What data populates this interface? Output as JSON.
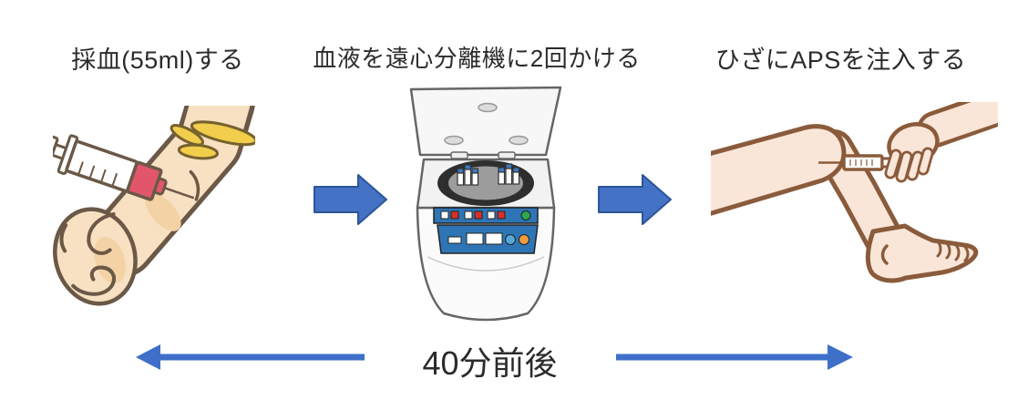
{
  "steps": [
    {
      "label": "採血(55ml)する",
      "illustration": "arm-blood-draw"
    },
    {
      "label": "血液を遠心分離機に2回かける",
      "illustration": "centrifuge"
    },
    {
      "label": "ひざにAPSを注入する",
      "illustration": "knee-aps-injection"
    }
  ],
  "flow": {
    "arrow_between_steps": "right-block-arrow",
    "count": 2
  },
  "timeline": {
    "duration_label": "40分前後",
    "left_arrow": "points-left",
    "right_arrow": "points-right"
  },
  "colors": {
    "flow_arrow_fill": "#4472C4",
    "flow_arrow_border": "#2B5597",
    "timeline_arrow": "#3E6FC9",
    "label_text": "#2B2B2B",
    "arm_skin": "#F8E1C2",
    "arm_outline": "#6B5847",
    "leg_skin": "#FAE6D9",
    "leg_outline": "#8A5B3B",
    "tourniquet_yellow": "#F1CE4B",
    "syringe_blood_red": "#E2566B",
    "centrifuge_panel_blue": "#2E75B6",
    "rotor_ring_black": "#2E2E2E"
  }
}
